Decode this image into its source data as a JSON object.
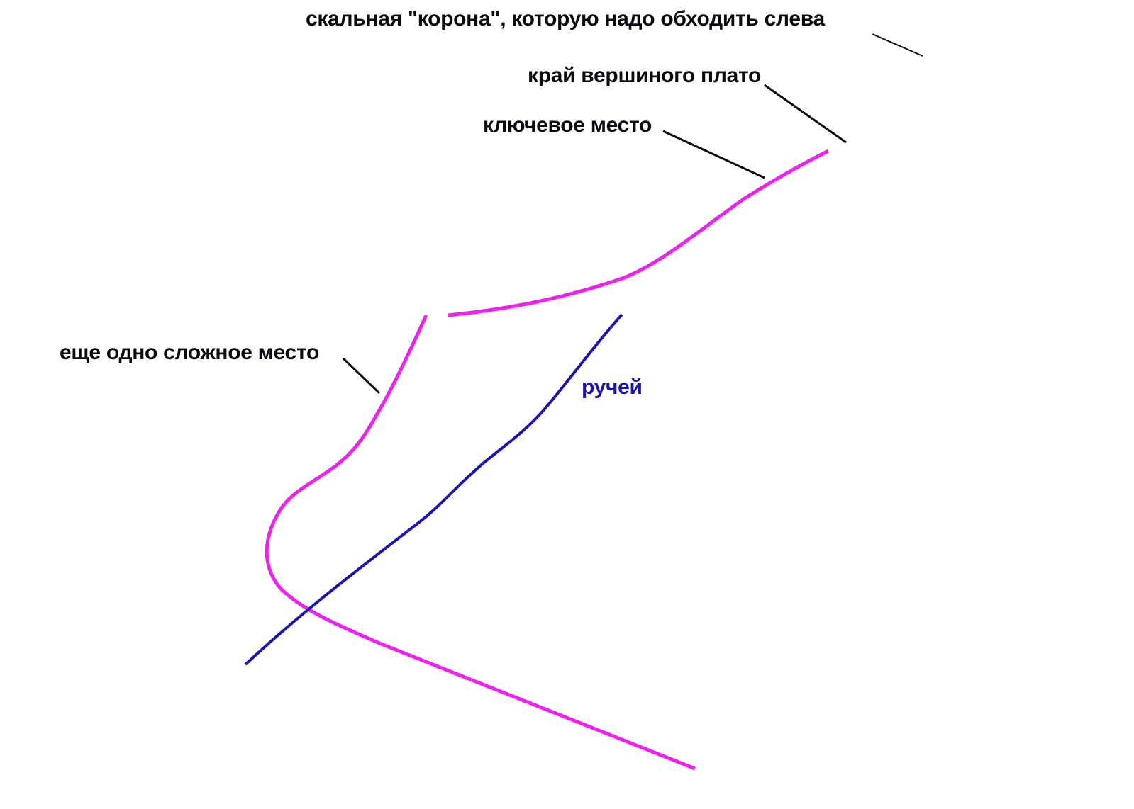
{
  "labels": {
    "crown": "скальная \"корона\", которую надо обходить слева",
    "plateau_edge": "край вершиного плато",
    "key_place": "ключевое место",
    "hard_place": "еще одно сложное место",
    "stream": "ручей"
  },
  "colors": {
    "background": "#ffffff",
    "route": "#ee22ee",
    "stream": "#1a14b4",
    "text": "#0a0a14",
    "leader": "#0a0a14"
  }
}
